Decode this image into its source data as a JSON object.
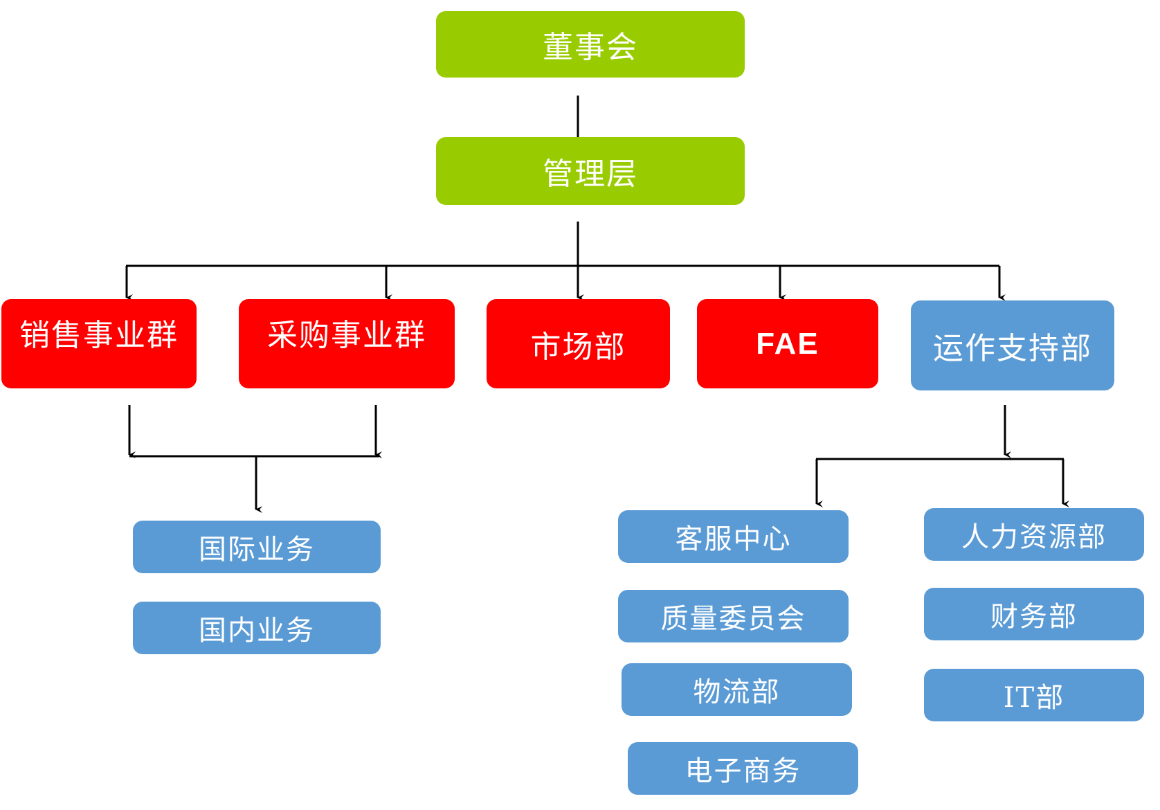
{
  "board": "董事会",
  "management": "管理层",
  "divisions": {
    "sales": "销售事业群",
    "purchasing": "采购事业群",
    "marketing": "市场部",
    "fae": "FAE",
    "operations_support": "运作支持部"
  },
  "business_units": {
    "international": "国际业务",
    "domestic": "国内业务"
  },
  "support_units": {
    "customer_service": "客服中心",
    "quality_committee": "质量委员会",
    "logistics": "物流部",
    "ecommerce": "电子商务",
    "hr": "人力资源部",
    "finance": "财务部",
    "it": "IT部"
  },
  "colors": {
    "top_level": "#99cc00",
    "division": "#ff0000",
    "unit": "#5b9bd5",
    "shadow": "#a6a6a6",
    "connector": "#000000"
  }
}
